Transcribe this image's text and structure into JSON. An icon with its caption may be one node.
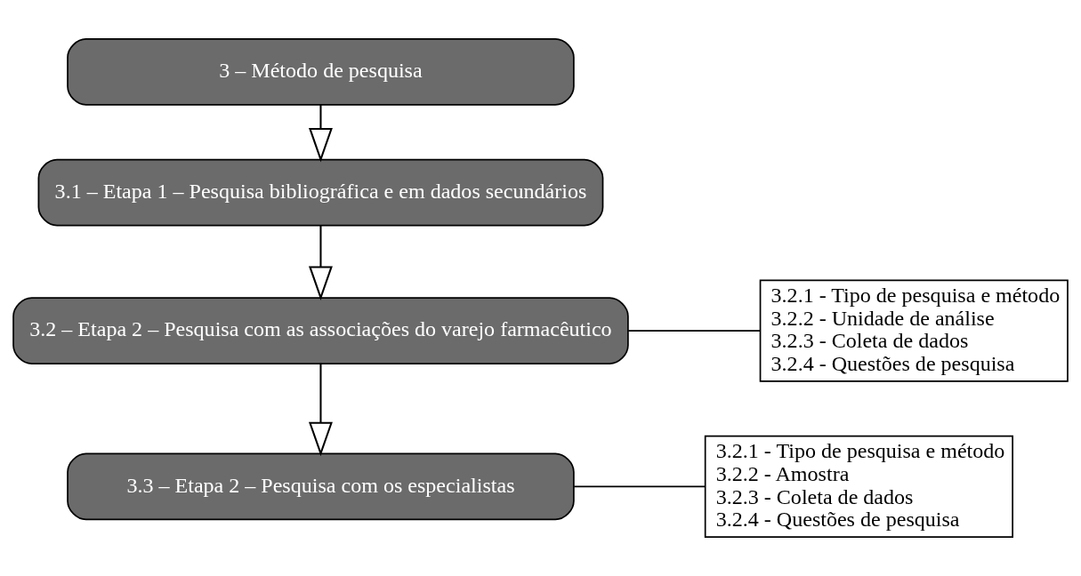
{
  "diagram": {
    "nodes": [
      {
        "text": [
          "3 – Método de pesquisa"
        ]
      },
      {
        "text": [
          "3.1 – Etapa 1 – Pesquisa bibliográfica e em dados secundários"
        ]
      },
      {
        "text": [
          "3.2 – Etapa 2 – Pesquisa com as associações do varejo farmacêutico"
        ]
      },
      {
        "text": [
          "3.2.1 - Tipo de pesquisa e método",
          "3.2.2 - Unidade de análise",
          "3.2.3 - Coleta de dados",
          "3.2.4 - Questões de pesquisa"
        ]
      },
      {
        "text": [
          "3.3 – Etapa 2 – Pesquisa com os especialistas"
        ]
      },
      {
        "text": [
          "3.2.1 - Tipo de pesquisa e método",
          "3.2.2 - Amostra",
          "3.2.3 - Coleta de dados",
          "3.2.4 - Questões de pesquisa"
        ]
      }
    ],
    "edges": [
      {
        "from": 0,
        "to": 1,
        "arrow": "to"
      },
      {
        "from": 1,
        "to": 2,
        "arrow": "to"
      },
      {
        "from": 2,
        "to": 3,
        "arrow": "none"
      },
      {
        "from": 2,
        "to": 4,
        "arrow": "to"
      },
      {
        "from": 4,
        "to": 5,
        "arrow": "none"
      }
    ]
  }
}
